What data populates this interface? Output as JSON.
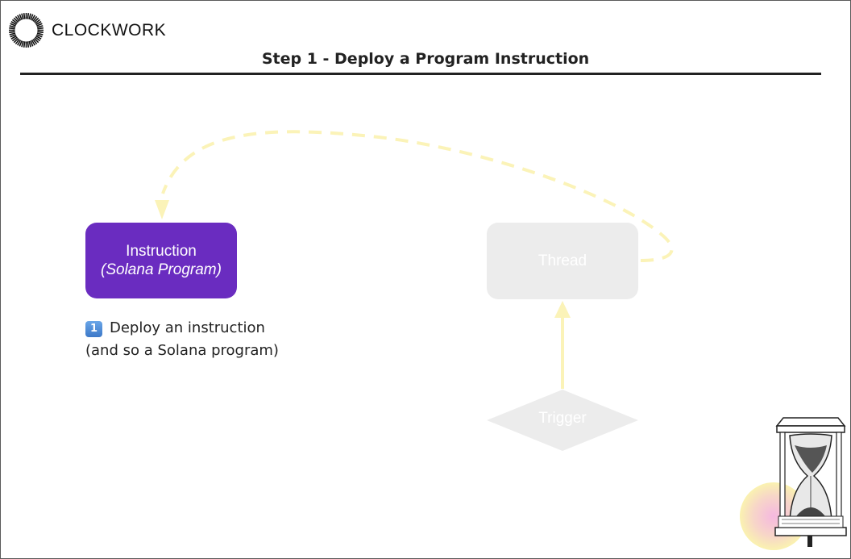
{
  "brand": {
    "name": "CLOCKWORK",
    "logo_icon": "clockwork-sunburst-logo"
  },
  "title": "Step 1 - Deploy a Program Instruction",
  "nodes": {
    "instruction": {
      "line1": "Instruction",
      "line2": "(Solana Program)",
      "color": "#6a2cc0"
    },
    "thread": {
      "label": "Thread",
      "color": "#ececec"
    },
    "trigger": {
      "label": "Trigger",
      "color": "#ececec"
    }
  },
  "step": {
    "badge": "1",
    "line1": "Deploy an instruction",
    "line2": "(and so a Solana program)"
  },
  "colors": {
    "arrow": "#fbf3b8",
    "rule": "#222222"
  },
  "illustration": {
    "icon": "hourglass-illustration"
  }
}
